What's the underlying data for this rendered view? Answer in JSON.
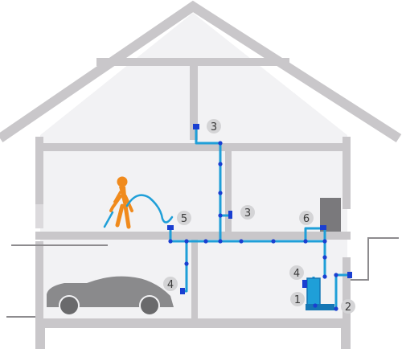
{
  "colors": {
    "wall": "#c9c7ca",
    "wall_dark": "#b8b6b9",
    "interior": "#f2f2f4",
    "pipe": "#1f9fd8",
    "pipe_dark": "#1577b5",
    "joint": "#1a3fd1",
    "person": "#f08a1c",
    "car": "#8a8a8c",
    "callout_fill": "#d4d4d6",
    "callout_text": "#3a3a3a",
    "unit": "#5b5b5e"
  },
  "callouts": [
    {
      "id": "c3-top",
      "label": "3"
    },
    {
      "id": "c3-mid",
      "label": "3"
    },
    {
      "id": "c5",
      "label": "5"
    },
    {
      "id": "c6",
      "label": "6"
    },
    {
      "id": "c4-left",
      "label": "4"
    },
    {
      "id": "c4-right",
      "label": "4"
    },
    {
      "id": "c1",
      "label": "1"
    },
    {
      "id": "c2",
      "label": "2"
    }
  ]
}
